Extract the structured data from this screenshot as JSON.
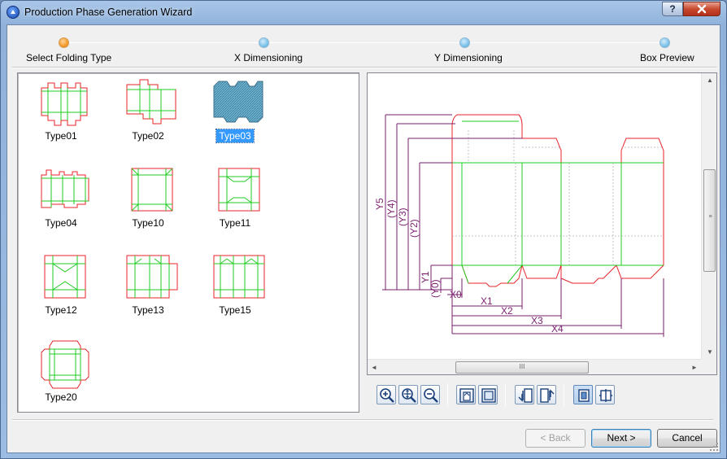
{
  "window": {
    "title": "Production Phase Generation Wizard",
    "help_label": "?"
  },
  "steps": [
    {
      "label": "Select Folding Type",
      "state": "active"
    },
    {
      "label": "X Dimensioning",
      "state": "pending"
    },
    {
      "label": "Y Dimensioning",
      "state": "pending"
    },
    {
      "label": "Box Preview",
      "state": "pending"
    }
  ],
  "types": [
    {
      "label": "Type01",
      "selected": false
    },
    {
      "label": "Type02",
      "selected": false
    },
    {
      "label": "Type03",
      "selected": true
    },
    {
      "label": "Type04",
      "selected": false
    },
    {
      "label": "Type10",
      "selected": false
    },
    {
      "label": "Type11",
      "selected": false
    },
    {
      "label": "Type12",
      "selected": false
    },
    {
      "label": "Type13",
      "selected": false
    },
    {
      "label": "Type15",
      "selected": false
    },
    {
      "label": "Type20",
      "selected": false
    }
  ],
  "preview": {
    "labels": {
      "y5": "Y5",
      "y4": "(Y4)",
      "y3": "(Y3)",
      "y2": "(Y2)",
      "y1": "Y1",
      "y0": "(Y0)",
      "x0": "X0",
      "x1": "X1",
      "x2": "X2",
      "x3": "X3",
      "x4": "X4"
    },
    "hscroll_grip": "III",
    "vscroll_grip": "III"
  },
  "toolbar": [
    {
      "name": "zoom-in-button",
      "icon": "zoom-in-icon"
    },
    {
      "name": "zoom-fit-button",
      "icon": "zoom-extents-icon"
    },
    {
      "name": "zoom-out-button",
      "icon": "zoom-out-icon"
    },
    {
      "name": "view-dimensions-button",
      "icon": "dimension-frame-icon"
    },
    {
      "name": "view-frame-button",
      "icon": "frame-icon"
    },
    {
      "name": "rotate-left-button",
      "icon": "mirror-left-icon"
    },
    {
      "name": "rotate-right-button",
      "icon": "mirror-right-icon"
    },
    {
      "name": "inside-view-button",
      "icon": "inside-view-icon",
      "pressed": true
    },
    {
      "name": "outside-view-button",
      "icon": "outside-view-icon"
    }
  ],
  "buttons": {
    "back": "< Back",
    "next": "Next >",
    "cancel": "Cancel"
  },
  "colors": {
    "cut_line": "#e8232a",
    "crease_line": "#22cc22",
    "dimension_line": "#7a1f6e",
    "selection": "#3399ff",
    "active_step": "#f39a2d"
  }
}
